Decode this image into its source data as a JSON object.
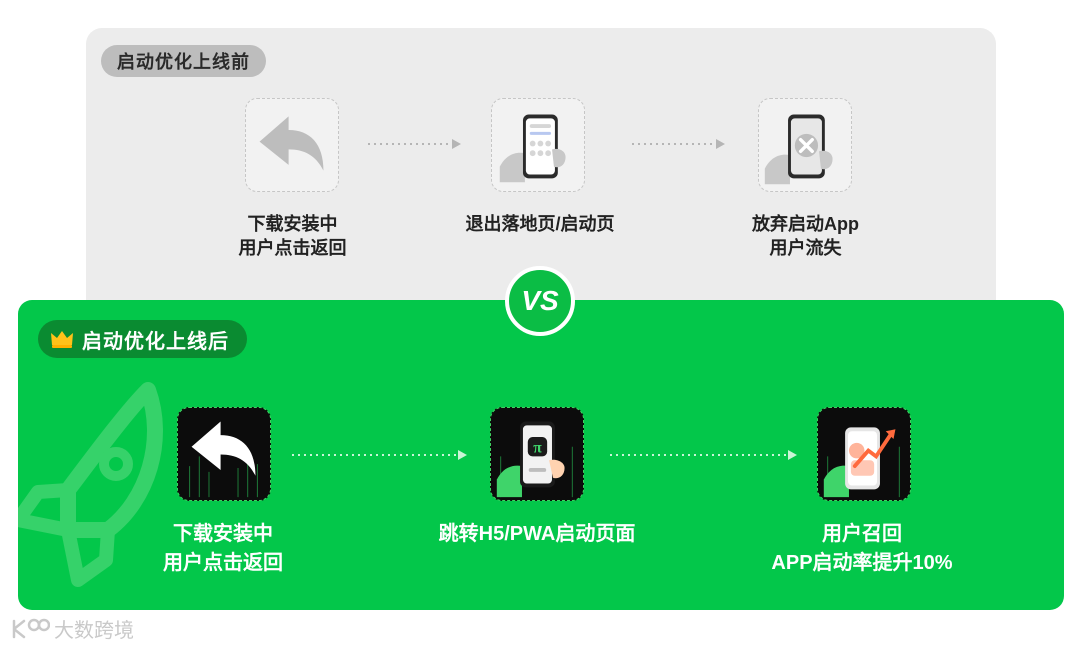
{
  "before": {
    "label": "启动优化上线前",
    "steps": [
      {
        "line1": "下载安装中",
        "line2": "用户点击返回",
        "icon": "back-arrow-icon"
      },
      {
        "line1": "退出落地页/启动页",
        "line2": "",
        "icon": "phone-in-hand-icon"
      },
      {
        "line1": "放弃启动App",
        "line2": "用户流失",
        "icon": "phone-error-icon"
      }
    ]
  },
  "vs": "VS",
  "after": {
    "label": "启动优化上线后",
    "steps": [
      {
        "line1": "下载安装中",
        "line2": "用户点击返回",
        "icon": "back-arrow-icon"
      },
      {
        "line1": "跳转H5/PWA启动页面",
        "line2": "",
        "icon": "phone-in-hand-icon"
      },
      {
        "line1": "用户召回",
        "line2": "APP启动率提升10%",
        "icon": "phone-growth-icon"
      }
    ]
  },
  "watermark": "大数跨境",
  "colors": {
    "green": "#03c74a",
    "dark_green": "#0a8b31",
    "gray_panel": "#ececec"
  }
}
